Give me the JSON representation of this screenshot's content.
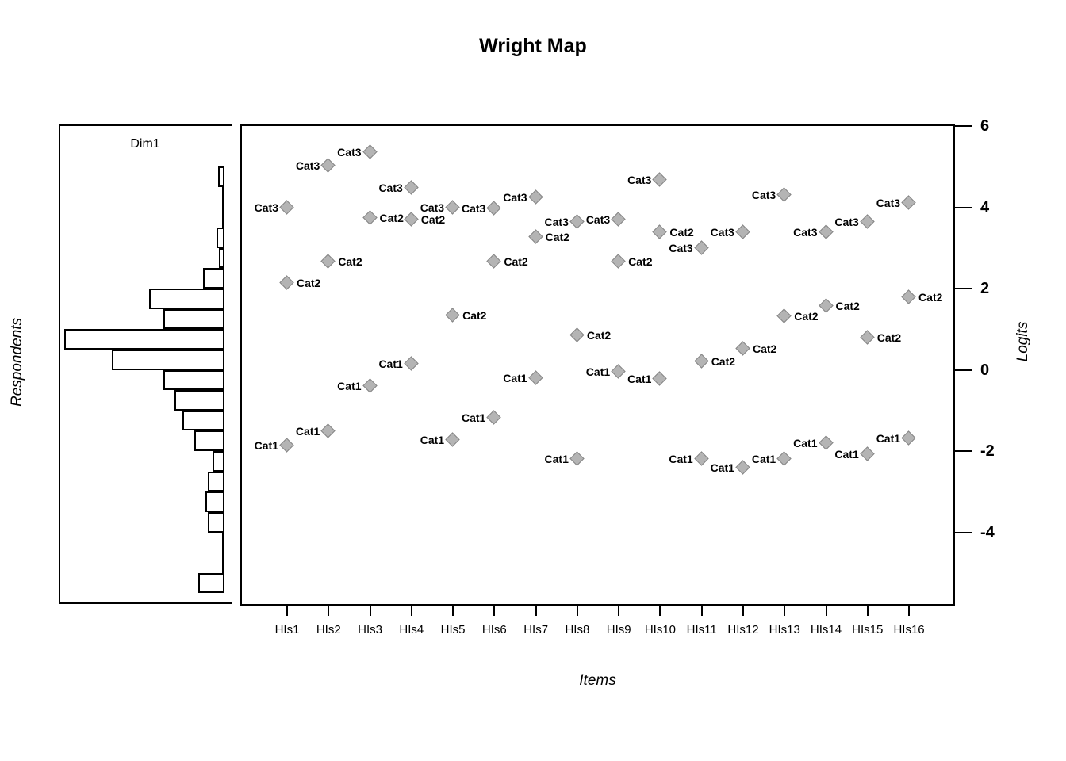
{
  "title": "Wright Map",
  "left_panel": {
    "header": "Dim1",
    "axis_label": "Respondents"
  },
  "main_panel": {
    "xlabel": "Items",
    "ylabel": "Logits"
  },
  "colors": {
    "background": "#ffffff",
    "axis": "#000000",
    "diamond_fill": "#b4b4b4",
    "diamond_stroke": "#868686",
    "bar_fill": "#ffffff",
    "bar_stroke": "#000000"
  },
  "chart_data": [
    {
      "type": "bar",
      "title": "Dim1",
      "ylabel": "Respondents",
      "orientation": "horizontal",
      "value_axis": "relative frequency (fraction of longest bar)",
      "bin_width_logits": 0.5,
      "bins": [
        {
          "hi": 5.0,
          "lo": 4.5,
          "frac": 0.03
        },
        {
          "hi": 3.5,
          "lo": 3.0,
          "frac": 0.04
        },
        {
          "hi": 3.0,
          "lo": 2.5,
          "frac": 0.025
        },
        {
          "hi": 2.5,
          "lo": 2.0,
          "frac": 0.125
        },
        {
          "hi": 2.0,
          "lo": 1.5,
          "frac": 0.465
        },
        {
          "hi": 1.5,
          "lo": 1.0,
          "frac": 0.375
        },
        {
          "hi": 1.0,
          "lo": 0.5,
          "frac": 1.0
        },
        {
          "hi": 0.5,
          "lo": 0.0,
          "frac": 0.7
        },
        {
          "hi": 0.0,
          "lo": -0.5,
          "frac": 0.375
        },
        {
          "hi": -0.5,
          "lo": -1.0,
          "frac": 0.305
        },
        {
          "hi": -1.0,
          "lo": -1.5,
          "frac": 0.255
        },
        {
          "hi": -1.5,
          "lo": -2.0,
          "frac": 0.18
        },
        {
          "hi": -2.0,
          "lo": -2.5,
          "frac": 0.065
        },
        {
          "hi": -2.5,
          "lo": -3.0,
          "frac": 0.095
        },
        {
          "hi": -3.0,
          "lo": -3.5,
          "frac": 0.11
        },
        {
          "hi": -3.5,
          "lo": -4.0,
          "frac": 0.095
        },
        {
          "hi": -5.0,
          "lo": -5.5,
          "frac": 0.155
        }
      ]
    },
    {
      "type": "scatter",
      "title": "Wright Map",
      "xlabel": "Items",
      "ylabel": "Logits",
      "marker": "diamond",
      "ylim": [
        -5.8,
        6.05
      ],
      "y_ticks": [
        6,
        4,
        2,
        0,
        -2,
        -4
      ],
      "y_tick_labels": [
        "6",
        "4",
        "2",
        "0",
        "-2",
        "-4"
      ],
      "categories": [
        "HIs1",
        "HIs2",
        "HIs3",
        "HIs4",
        "HIs5",
        "HIs6",
        "HIs7",
        "HIs8",
        "HIs9",
        "HIs10",
        "HIs11",
        "HIs12",
        "HIs13",
        "HIs14",
        "HIs15",
        "HIs16"
      ],
      "series": [
        {
          "name": "Cat1",
          "label_side": "left",
          "values": [
            -1.86,
            -1.51,
            -0.4,
            0.15,
            -1.73,
            -1.18,
            -0.2,
            -2.2,
            -0.05,
            -0.22,
            -2.2,
            -2.41,
            -2.2,
            -1.8,
            -2.08,
            -1.69
          ]
        },
        {
          "name": "Cat2",
          "label_side": "right",
          "values": [
            2.14,
            2.66,
            3.74,
            3.7,
            1.34,
            2.66,
            3.27,
            0.85,
            2.66,
            3.39,
            0.2,
            0.52,
            1.32,
            1.57,
            0.79,
            1.79
          ]
        },
        {
          "name": "Cat3",
          "label_side": "left",
          "values": [
            3.99,
            5.02,
            5.36,
            4.48,
            3.99,
            3.97,
            4.24,
            3.64,
            3.7,
            4.67,
            3.0,
            3.39,
            4.3,
            3.39,
            3.64,
            4.11
          ]
        }
      ]
    }
  ]
}
